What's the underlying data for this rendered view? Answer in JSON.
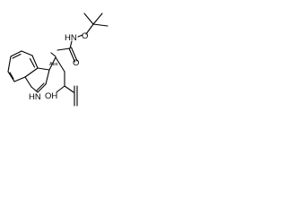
{
  "molecule": {
    "atom_labels": {
      "amine": "HN",
      "carbamate_oxygen": "O",
      "carbonyl_oxygen": "O",
      "acid_hydroxyl": "OH",
      "indole_nitrogen": "HN"
    },
    "stereo_label": "Abs"
  }
}
